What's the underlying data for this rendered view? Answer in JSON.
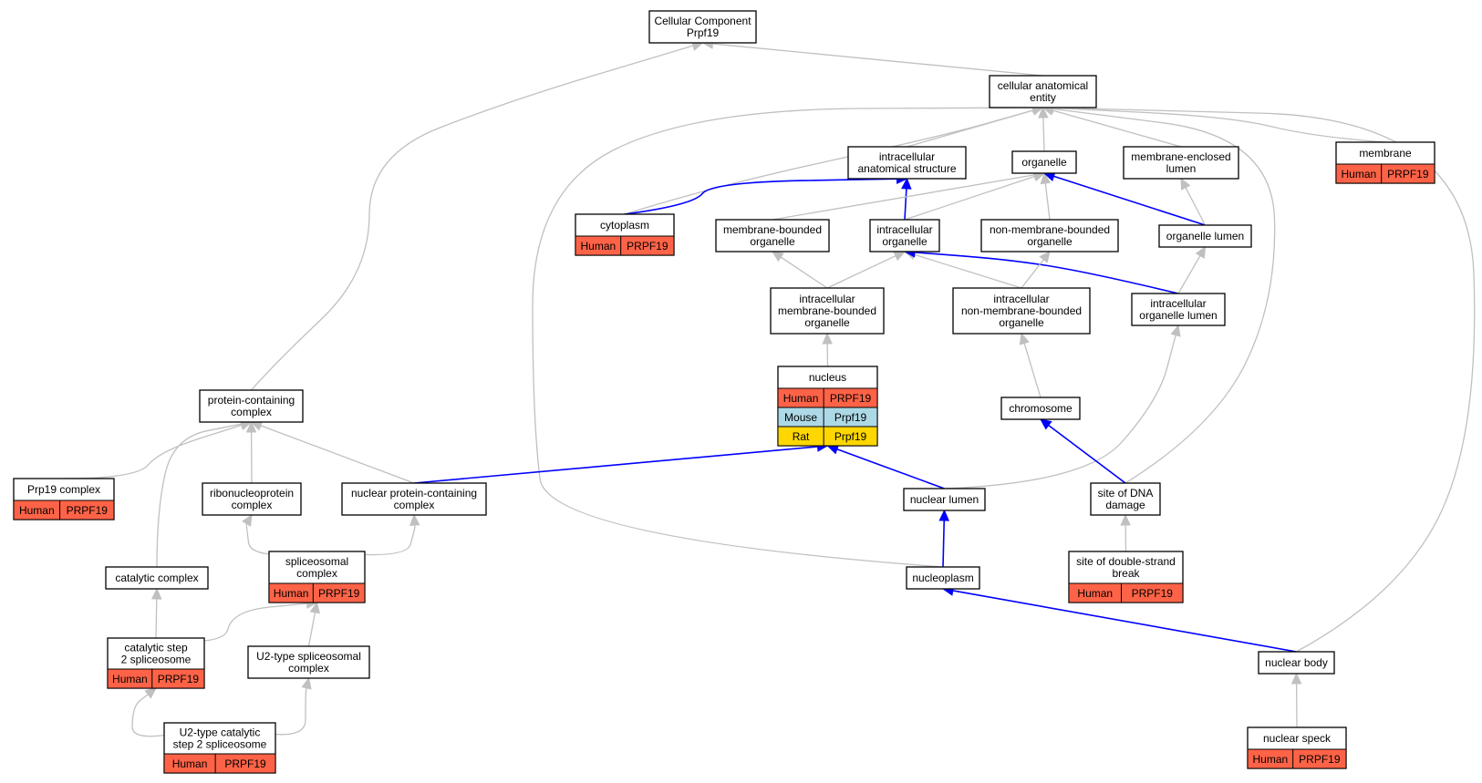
{
  "diagram": {
    "colors": {
      "human": "#ff6347",
      "mouse": "#add8e6",
      "rat": "#ffd700",
      "edge_is_a": "#c0c0c0",
      "edge_part_of": "#0000ff"
    },
    "nodes": [
      {
        "id": "root",
        "label": [
          "Cellular Component",
          "Prpf19"
        ]
      },
      {
        "id": "cae",
        "label": [
          "cellular anatomical",
          "entity"
        ]
      },
      {
        "id": "ias",
        "label": [
          "intracellular",
          "anatomical structure"
        ]
      },
      {
        "id": "organelle",
        "label": [
          "organelle"
        ]
      },
      {
        "id": "mel",
        "label": [
          "membrane-enclosed",
          "lumen"
        ]
      },
      {
        "id": "membrane",
        "label": [
          "membrane"
        ],
        "rows": [
          {
            "species": "Human",
            "gene": "PRPF19"
          }
        ]
      },
      {
        "id": "cytoplasm",
        "label": [
          "cytoplasm"
        ],
        "rows": [
          {
            "species": "Human",
            "gene": "PRPF19"
          }
        ]
      },
      {
        "id": "mbo",
        "label": [
          "membrane-bounded",
          "organelle"
        ]
      },
      {
        "id": "io",
        "label": [
          "intracellular",
          "organelle"
        ]
      },
      {
        "id": "nmbo",
        "label": [
          "non-membrane-bounded",
          "organelle"
        ]
      },
      {
        "id": "ol",
        "label": [
          "organelle lumen"
        ]
      },
      {
        "id": "imbo",
        "label": [
          "intracellular",
          "membrane-bounded",
          "organelle"
        ]
      },
      {
        "id": "inmbo",
        "label": [
          "intracellular",
          "non-membrane-bounded",
          "organelle"
        ]
      },
      {
        "id": "iol",
        "label": [
          "intracellular",
          "organelle lumen"
        ]
      },
      {
        "id": "nucleus",
        "label": [
          "nucleus"
        ],
        "rows": [
          {
            "species": "Human",
            "gene": "PRPF19"
          },
          {
            "species": "Mouse",
            "gene": "Prpf19"
          },
          {
            "species": "Rat",
            "gene": "Prpf19"
          }
        ]
      },
      {
        "id": "chromosome",
        "label": [
          "chromosome"
        ]
      },
      {
        "id": "pcc",
        "label": [
          "protein-containing",
          "complex"
        ]
      },
      {
        "id": "prp19",
        "label": [
          "Prp19 complex"
        ],
        "rows": [
          {
            "species": "Human",
            "gene": "PRPF19"
          }
        ]
      },
      {
        "id": "rnp",
        "label": [
          "ribonucleoprotein",
          "complex"
        ]
      },
      {
        "id": "npcc",
        "label": [
          "nuclear protein-containing",
          "complex"
        ]
      },
      {
        "id": "nl",
        "label": [
          "nuclear lumen"
        ]
      },
      {
        "id": "sdd",
        "label": [
          "site of DNA",
          "damage"
        ]
      },
      {
        "id": "sc",
        "label": [
          "spliceosomal",
          "complex"
        ],
        "rows": [
          {
            "species": "Human",
            "gene": "PRPF19"
          }
        ]
      },
      {
        "id": "cc",
        "label": [
          "catalytic complex"
        ]
      },
      {
        "id": "np",
        "label": [
          "nucleoplasm"
        ]
      },
      {
        "id": "sdsb",
        "label": [
          "site of double-strand",
          "break"
        ],
        "rows": [
          {
            "species": "Human",
            "gene": "PRPF19"
          }
        ]
      },
      {
        "id": "cs2",
        "label": [
          "catalytic step",
          "2 spliceosome"
        ],
        "rows": [
          {
            "species": "Human",
            "gene": "PRPF19"
          }
        ]
      },
      {
        "id": "u2sc",
        "label": [
          "U2-type spliceosomal",
          "complex"
        ]
      },
      {
        "id": "nb",
        "label": [
          "nuclear body"
        ]
      },
      {
        "id": "u2cs2",
        "label": [
          "U2-type catalytic",
          "step 2 spliceosome"
        ],
        "rows": [
          {
            "species": "Human",
            "gene": "PRPF19"
          }
        ]
      },
      {
        "id": "ns",
        "label": [
          "nuclear speck"
        ],
        "rows": [
          {
            "species": "Human",
            "gene": "PRPF19"
          }
        ]
      }
    ],
    "edges": [
      {
        "from": "cae",
        "to": "root",
        "type": "is_a"
      },
      {
        "from": "pcc",
        "to": "root",
        "type": "is_a"
      },
      {
        "from": "ias",
        "to": "cae",
        "type": "is_a"
      },
      {
        "from": "organelle",
        "to": "cae",
        "type": "is_a"
      },
      {
        "from": "mel",
        "to": "cae",
        "type": "is_a"
      },
      {
        "from": "membrane",
        "to": "cae",
        "type": "is_a"
      },
      {
        "from": "cytoplasm",
        "to": "cae",
        "type": "is_a"
      },
      {
        "from": "np",
        "to": "cae",
        "type": "is_a"
      },
      {
        "from": "sdd",
        "to": "cae",
        "type": "is_a"
      },
      {
        "from": "nb",
        "to": "cae",
        "type": "is_a"
      },
      {
        "from": "cytoplasm",
        "to": "ias",
        "type": "part_of"
      },
      {
        "from": "io",
        "to": "ias",
        "type": "part_of"
      },
      {
        "from": "mbo",
        "to": "organelle",
        "type": "is_a"
      },
      {
        "from": "io",
        "to": "organelle",
        "type": "is_a"
      },
      {
        "from": "nmbo",
        "to": "organelle",
        "type": "is_a"
      },
      {
        "from": "ol",
        "to": "organelle",
        "type": "part_of"
      },
      {
        "from": "ol",
        "to": "mel",
        "type": "is_a"
      },
      {
        "from": "imbo",
        "to": "mbo",
        "type": "is_a"
      },
      {
        "from": "imbo",
        "to": "io",
        "type": "is_a"
      },
      {
        "from": "inmbo",
        "to": "io",
        "type": "is_a"
      },
      {
        "from": "iol",
        "to": "io",
        "type": "part_of"
      },
      {
        "from": "inmbo",
        "to": "nmbo",
        "type": "is_a"
      },
      {
        "from": "iol",
        "to": "ol",
        "type": "is_a"
      },
      {
        "from": "nucleus",
        "to": "imbo",
        "type": "is_a"
      },
      {
        "from": "chromosome",
        "to": "inmbo",
        "type": "is_a"
      },
      {
        "from": "nl",
        "to": "iol",
        "type": "is_a"
      },
      {
        "from": "npcc",
        "to": "nucleus",
        "type": "part_of"
      },
      {
        "from": "nl",
        "to": "nucleus",
        "type": "part_of"
      },
      {
        "from": "sdd",
        "to": "chromosome",
        "type": "part_of"
      },
      {
        "from": "prp19",
        "to": "pcc",
        "type": "is_a"
      },
      {
        "from": "rnp",
        "to": "pcc",
        "type": "is_a"
      },
      {
        "from": "npcc",
        "to": "pcc",
        "type": "is_a"
      },
      {
        "from": "cc",
        "to": "pcc",
        "type": "is_a"
      },
      {
        "from": "sc",
        "to": "rnp",
        "type": "is_a"
      },
      {
        "from": "sc",
        "to": "npcc",
        "type": "is_a"
      },
      {
        "from": "np",
        "to": "nl",
        "type": "part_of"
      },
      {
        "from": "sdsb",
        "to": "sdd",
        "type": "is_a"
      },
      {
        "from": "cs2",
        "to": "cc",
        "type": "is_a"
      },
      {
        "from": "cs2",
        "to": "sc",
        "type": "is_a"
      },
      {
        "from": "u2sc",
        "to": "sc",
        "type": "is_a"
      },
      {
        "from": "nb",
        "to": "np",
        "type": "part_of"
      },
      {
        "from": "u2cs2",
        "to": "cs2",
        "type": "is_a"
      },
      {
        "from": "u2cs2",
        "to": "u2sc",
        "type": "is_a"
      },
      {
        "from": "ns",
        "to": "nb",
        "type": "is_a"
      }
    ]
  }
}
